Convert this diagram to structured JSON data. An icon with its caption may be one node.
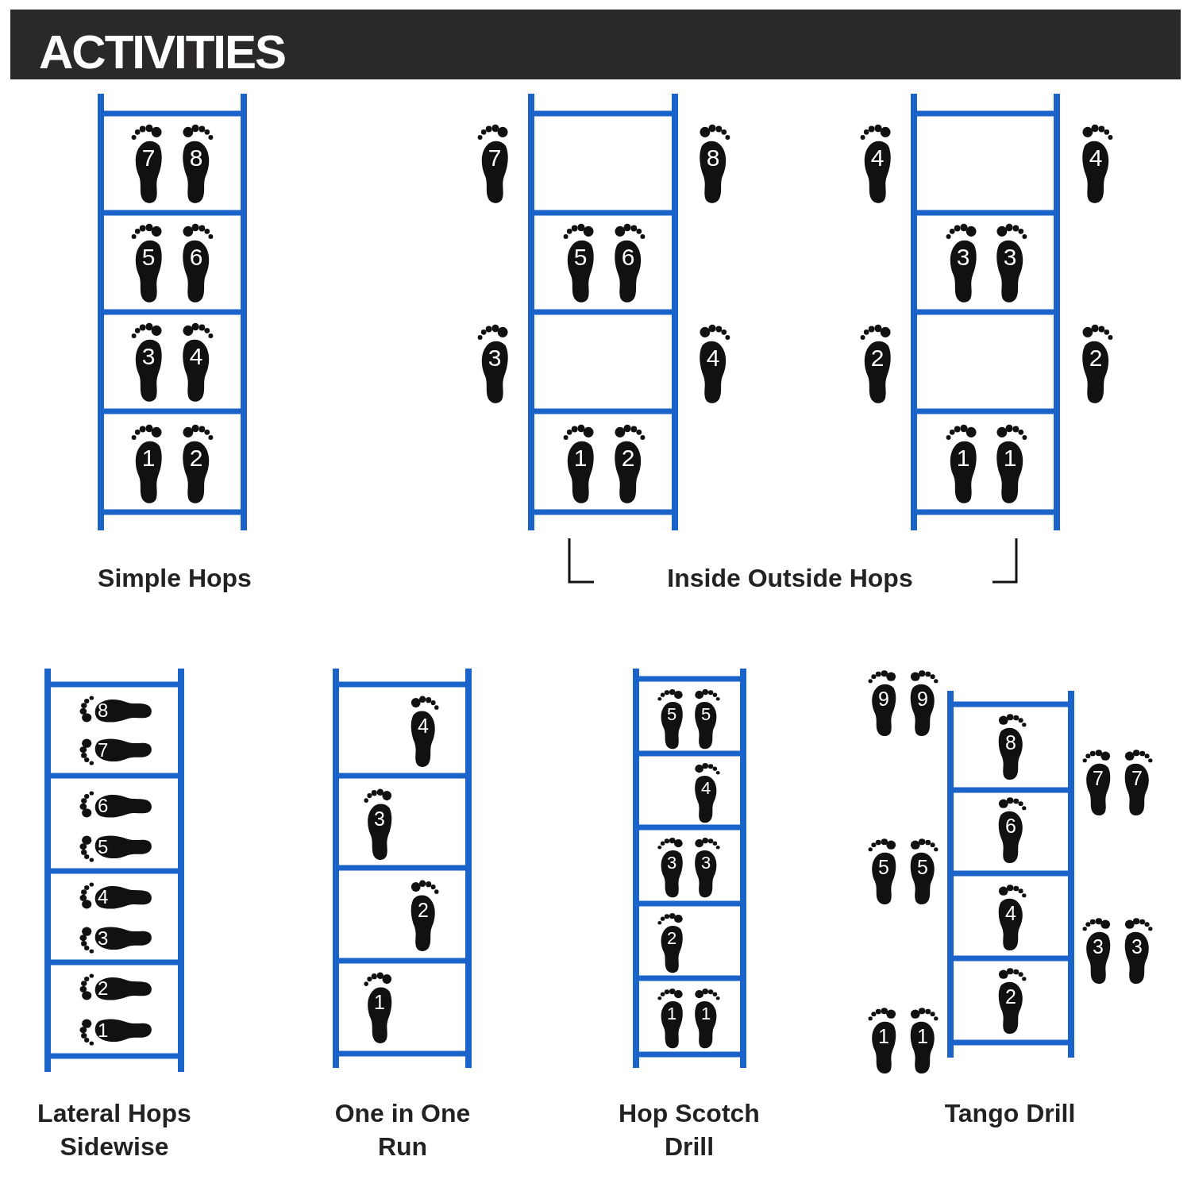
{
  "diagram": {
    "title": "ACTIVITIES",
    "nodes": [
      {
        "text": [
          "Simple Hops"
        ]
      },
      {
        "text": [
          "7"
        ],
        "in": 0
      },
      {
        "text": [
          "8"
        ],
        "in": 0
      },
      {
        "text": [
          "5"
        ],
        "in": 0
      },
      {
        "text": [
          "6"
        ],
        "in": 0
      },
      {
        "text": [
          "3"
        ],
        "in": 0
      },
      {
        "text": [
          "4"
        ],
        "in": 0
      },
      {
        "text": [
          "1"
        ],
        "in": 0
      },
      {
        "text": [
          "2"
        ],
        "in": 0
      },
      {
        "text": [],
        "shape": "ladder"
      },
      {
        "text": [
          "7"
        ]
      },
      {
        "text": [
          "8"
        ]
      },
      {
        "text": [
          "5"
        ],
        "in": 9
      },
      {
        "text": [
          "6"
        ],
        "in": 9
      },
      {
        "text": [
          "3"
        ]
      },
      {
        "text": [
          "4"
        ]
      },
      {
        "text": [
          "1"
        ],
        "in": 9
      },
      {
        "text": [
          "2"
        ],
        "in": 9
      },
      {
        "text": [],
        "shape": "ladder"
      },
      {
        "text": [
          "4"
        ]
      },
      {
        "text": [
          "4"
        ]
      },
      {
        "text": [
          "3"
        ],
        "in": 18
      },
      {
        "text": [
          "3"
        ],
        "in": 18
      },
      {
        "text": [
          "2"
        ]
      },
      {
        "text": [
          "2"
        ]
      },
      {
        "text": [
          "1"
        ],
        "in": 18
      },
      {
        "text": [
          "1"
        ],
        "in": 18
      },
      {
        "text": [
          "Lateral Hops Sidewise"
        ]
      },
      {
        "text": [
          "8"
        ],
        "in": 27
      },
      {
        "text": [
          "7"
        ],
        "in": 27
      },
      {
        "text": [
          "6"
        ],
        "in": 27
      },
      {
        "text": [
          "5"
        ],
        "in": 27
      },
      {
        "text": [
          "4"
        ],
        "in": 27
      },
      {
        "text": [
          "3"
        ],
        "in": 27
      },
      {
        "text": [
          "2"
        ],
        "in": 27
      },
      {
        "text": [
          "1"
        ],
        "in": 27
      },
      {
        "text": [
          "One in One Run"
        ]
      },
      {
        "text": [
          "4"
        ],
        "in": 36
      },
      {
        "text": [
          "3"
        ],
        "in": 36
      },
      {
        "text": [
          "2"
        ],
        "in": 36
      },
      {
        "text": [
          "1"
        ],
        "in": 36
      },
      {
        "text": [
          "Hop Scotch Drill"
        ]
      },
      {
        "text": [
          "5"
        ],
        "in": 41
      },
      {
        "text": [
          "5"
        ],
        "in": 41
      },
      {
        "text": [
          "4"
        ],
        "in": 41
      },
      {
        "text": [
          "3"
        ],
        "in": 41
      },
      {
        "text": [
          "3"
        ],
        "in": 41
      },
      {
        "text": [
          "2"
        ],
        "in": 41
      },
      {
        "text": [
          "1"
        ],
        "in": 41
      },
      {
        "text": [
          "1"
        ],
        "in": 41
      },
      {
        "text": [
          "Tango Drill"
        ]
      },
      {
        "text": [
          "9"
        ]
      },
      {
        "text": [
          "9"
        ]
      },
      {
        "text": [
          "8"
        ],
        "in": 50
      },
      {
        "text": [
          "7"
        ]
      },
      {
        "text": [
          "7"
        ]
      },
      {
        "text": [
          "6"
        ],
        "in": 50
      },
      {
        "text": [
          "5"
        ]
      },
      {
        "text": [
          "5"
        ]
      },
      {
        "text": [
          "4"
        ],
        "in": 50
      },
      {
        "text": [
          "3"
        ]
      },
      {
        "text": [
          "3"
        ]
      },
      {
        "text": [
          "2"
        ],
        "in": 50
      },
      {
        "text": [
          "1"
        ]
      },
      {
        "text": [
          "1"
        ]
      }
    ],
    "labels": [
      "Inside Outside Hops"
    ]
  }
}
